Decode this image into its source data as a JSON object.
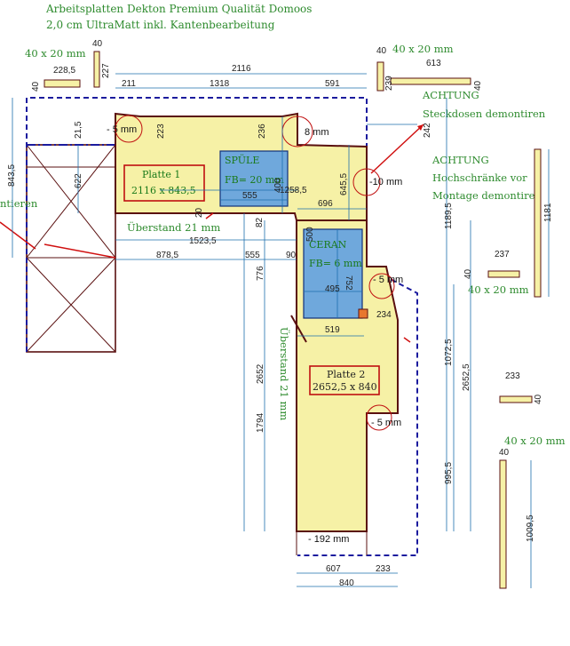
{
  "header": {
    "line1": "Arbeitsplatten Dekton Premium Qualität Domoos",
    "line2": "2,0 cm UltraMatt inkl. Kantenbearbeitung"
  },
  "notes": {
    "achtung1": "ACHTUNG",
    "steckdosen": "Steckdosen demontiren",
    "achtung2": "ACHTUNG",
    "hochschraenke": "Hochschränke vor",
    "montage": "Montage demontiren",
    "cut_text": "ntieren"
  },
  "plates": {
    "p1_name": "Platte 1",
    "p1_size": "2116 x 843,5",
    "p2_name": "Platte 2",
    "p2_size": "2652,5 x 840"
  },
  "cutouts": {
    "spuele": "SPÜLE",
    "spuele_fb": "FB= 20 mm",
    "ceran": "CERAN",
    "ceran_fb": "FB= 6 mm"
  },
  "overhang": {
    "h": "Überstand 21 mm",
    "v": "Überstand 21 mm"
  },
  "strips": {
    "s1": "40 x 20 mm",
    "s2": "40 x 20 mm",
    "s3": "40 x 20 mm",
    "s4": "40 x 20 mm"
  },
  "dims": {
    "d2116": "2116",
    "d211": "211",
    "d1318": "1318",
    "d591": "591",
    "d228": "228,5",
    "d40a": "40",
    "d227": "227",
    "d40b": "40",
    "d40c": "40",
    "d613": "613",
    "d239": "239",
    "d40d": "40",
    "m5a": "- 5 mm",
    "d223": "223",
    "d236": "236",
    "m8": "8 mm",
    "d215": "21,5",
    "d8435": "843,5",
    "d622": "622",
    "d242": "242",
    "d6455": "645,5",
    "m10": "-10 mm",
    "d400": "400",
    "d555a": "555",
    "d12585": "1258,5",
    "d696": "696",
    "d20": "20",
    "d11895": "1189,5",
    "d1181": "1181",
    "d15235": "1523,5",
    "d8785": "878,5",
    "d555b": "555",
    "d90": "90",
    "d82": "82",
    "d500": "500",
    "d752": "752",
    "d495": "495",
    "d237": "237",
    "d40e": "40",
    "m5b": "- 5 mm",
    "d776": "776",
    "d234": "234",
    "d519": "519",
    "d10725": "1072,5",
    "d2652": "2652",
    "d26525": "2652,5",
    "d233a": "233",
    "d40f": "40",
    "d1794": "1794",
    "m5c": "- 5 mm",
    "d9955": "995,5",
    "d40g": "40",
    "d10095": "1009,5",
    "m192": "- 192 mm",
    "d607": "607",
    "d233b": "233",
    "d840": "840"
  }
}
